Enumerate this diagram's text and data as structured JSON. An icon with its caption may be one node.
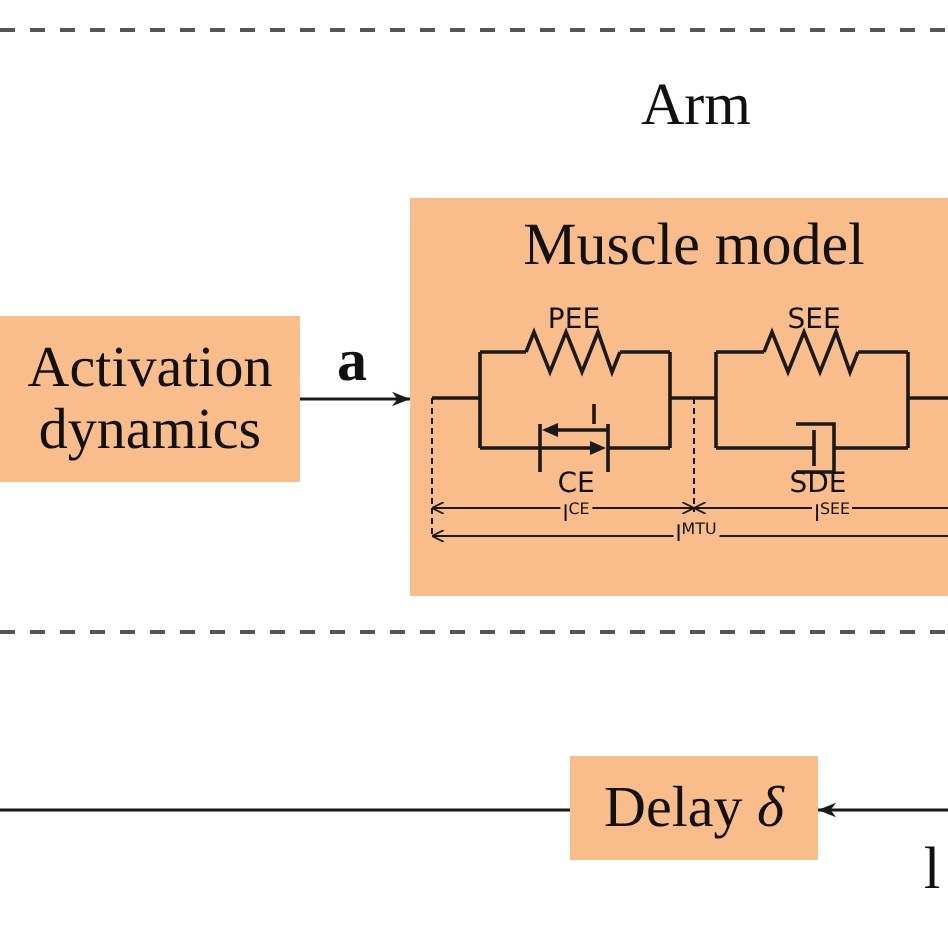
{
  "diagram": {
    "nodes": [
      {
        "text": [
          "Arm"
        ]
      },
      {
        "text": [
          "Activation dynamics"
        ],
        "in": 0
      },
      {
        "text": [
          "Muscle model"
        ],
        "in": 0
      },
      {
        "text": [
          "Delay *δ*"
        ]
      }
    ],
    "edges": [
      {
        "from": 1,
        "to": 2,
        "arrow": "to",
        "label": "a"
      },
      {
        "from": null,
        "to": 3,
        "arrow": "to",
        "label": "l"
      },
      {
        "from": 3,
        "to": null,
        "arrow": "none"
      }
    ],
    "labels": [
      "PEE",
      "SEE",
      "CE",
      "SDE",
      "l$^{CE}$",
      "l$^{SEE}$",
      "l$^{MTU}$"
    ]
  }
}
